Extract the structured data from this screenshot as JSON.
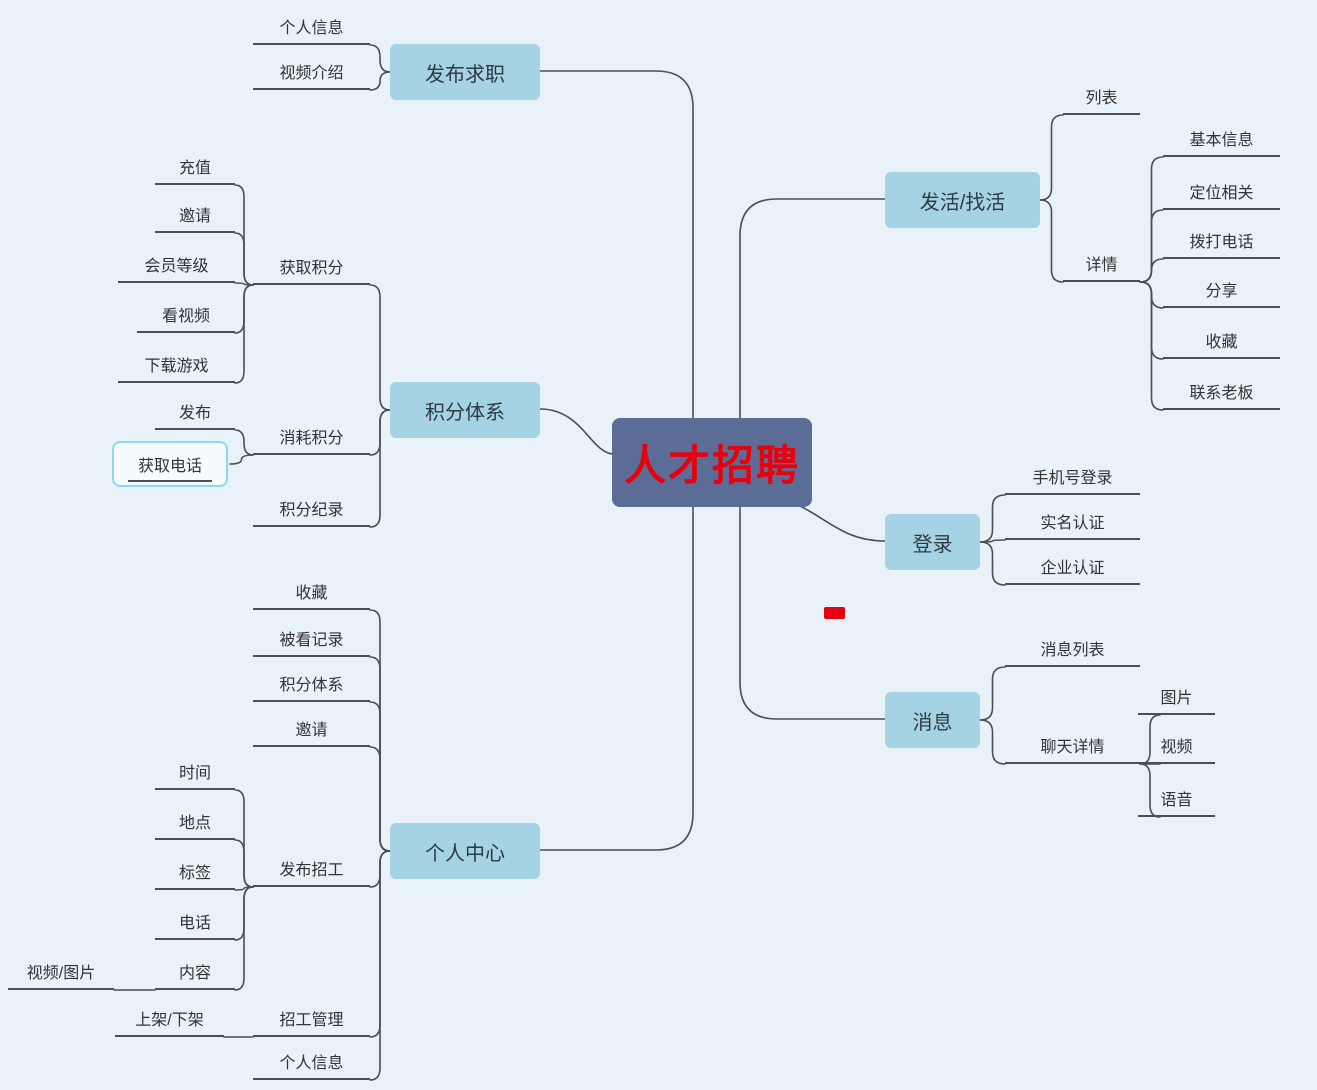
{
  "colors": {
    "canvas_bg": "#e9f2f9",
    "topic_bg": "#a5d3e4",
    "center_bg": "#5b6d96",
    "center_text": "#e8000d",
    "line": "#4e4e4e",
    "highlight_border": "#8ed9ec",
    "marker_red": "#e60012"
  },
  "map": {
    "root": {
      "label": "人才招聘"
    },
    "publish_job": {
      "label": "发布求职",
      "children": {
        "personal_info": {
          "label": "个人信息"
        },
        "video_intro": {
          "label": "视频介绍"
        }
      }
    },
    "points_system": {
      "label": "积分体系",
      "children": {
        "earn_points": {
          "label": "获取积分",
          "children": {
            "recharge": {
              "label": "充值"
            },
            "invite": {
              "label": "邀请"
            },
            "member_level": {
              "label": "会员等级"
            },
            "watch_video": {
              "label": "看视频"
            },
            "download_game": {
              "label": "下载游戏"
            }
          }
        },
        "spend_points": {
          "label": "消耗积分",
          "children": {
            "publish": {
              "label": "发布"
            },
            "get_phone": {
              "label": "获取电话"
            }
          }
        },
        "points_record": {
          "label": "积分纪录"
        }
      }
    },
    "personal_center": {
      "label": "个人中心",
      "children": {
        "favorites": {
          "label": "收藏"
        },
        "viewed_records": {
          "label": "被看记录"
        },
        "points_system": {
          "label": "积分体系"
        },
        "invite": {
          "label": "邀请"
        },
        "publish_recruit": {
          "label": "发布招工",
          "children": {
            "time": {
              "label": "时间"
            },
            "location": {
              "label": "地点"
            },
            "tags": {
              "label": "标签"
            },
            "phone": {
              "label": "电话"
            },
            "content": {
              "label": "内容",
              "children": {
                "video_image": {
                  "label": "视频/图片"
                }
              }
            }
          }
        },
        "recruit_manage": {
          "label": "招工管理",
          "children": {
            "shelf": {
              "label": "上架/下架"
            }
          }
        },
        "personal_info": {
          "label": "个人信息"
        }
      }
    },
    "post_find_job": {
      "label": "发活/找活",
      "children": {
        "list": {
          "label": "列表"
        },
        "detail": {
          "label": "详情",
          "children": {
            "basic_info": {
              "label": "基本信息"
            },
            "location_related": {
              "label": "定位相关"
            },
            "call_phone": {
              "label": "拨打电话"
            },
            "share": {
              "label": "分享"
            },
            "favorite": {
              "label": "收藏"
            },
            "contact_boss": {
              "label": "联系老板"
            }
          }
        }
      }
    },
    "login": {
      "label": "登录",
      "children": {
        "phone_login": {
          "label": "手机号登录"
        },
        "real_name_auth": {
          "label": "实名认证"
        },
        "enterprise_auth": {
          "label": "企业认证"
        }
      }
    },
    "message": {
      "label": "消息",
      "children": {
        "message_list": {
          "label": "消息列表"
        },
        "chat_detail": {
          "label": "聊天详情",
          "children": {
            "image": {
              "label": "图片"
            },
            "video": {
              "label": "视频"
            },
            "voice": {
              "label": "语音"
            }
          }
        }
      }
    }
  }
}
